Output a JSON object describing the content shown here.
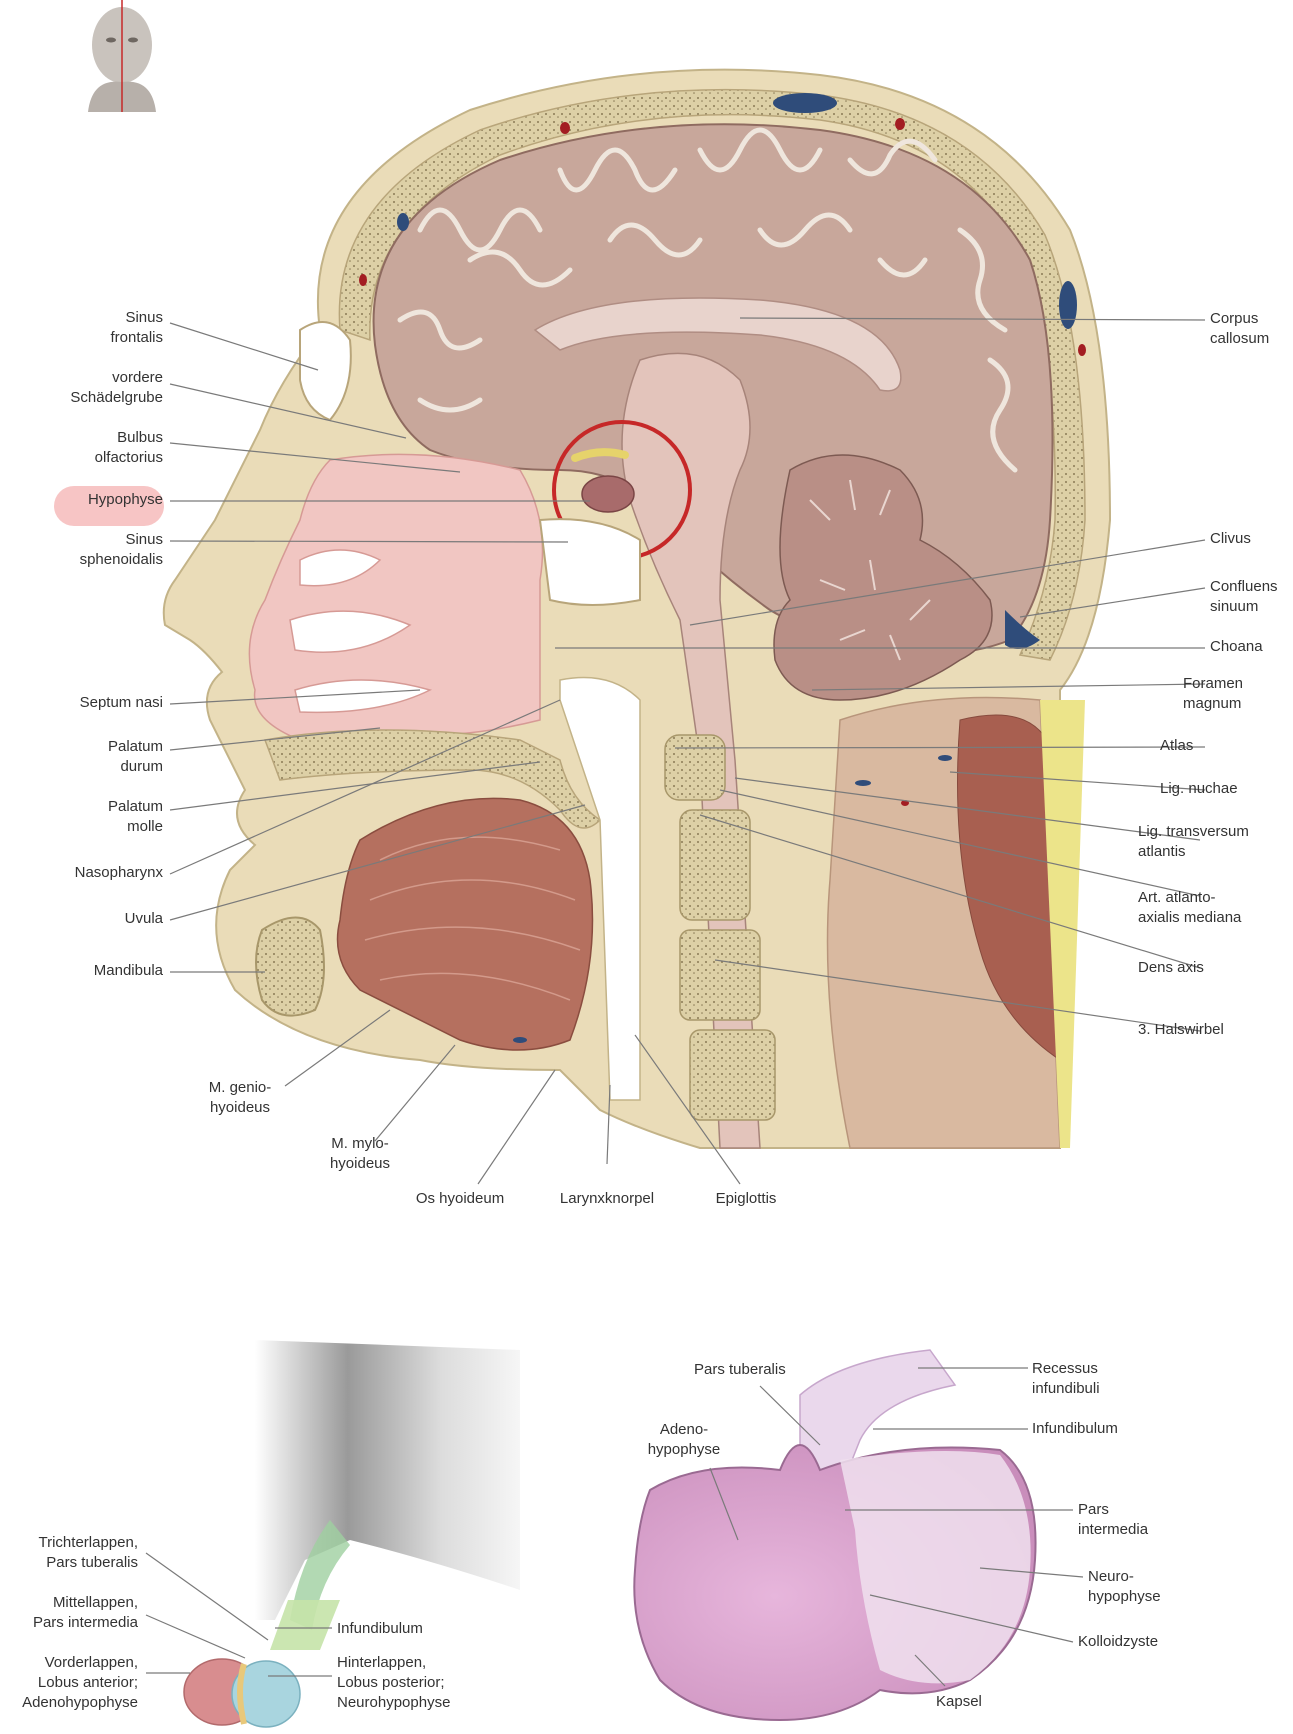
{
  "colors": {
    "skin": "#eadcb8",
    "skull": "#d9c9a0",
    "brain": "#c8a79b",
    "brain_light": "#e8d3cc",
    "sulcus": "#efe6dd",
    "nasal": "#f1c6c2",
    "muscle": "#b5705f",
    "vein": "#2f4c7a",
    "artery": "#a31d22",
    "highlight_circle": "#c62828",
    "highlight_fill": "#f7c5c5",
    "adenohypophyse": "#d88d8f",
    "neurohypophyse": "#a9d5df",
    "infundibulum": "#c5e3a8",
    "histology": "#d9a2cc"
  },
  "figure1": {
    "labels_left": {
      "sinus_frontalis": "Sinus\nfrontalis",
      "vordere_schaedelgrube": "vordere\nSchädelgrube",
      "bulbus_olfactorius": "Bulbus\nolfactorius",
      "hypophyse": "Hypophyse",
      "sinus_sphenoidalis": "Sinus\nsphenoidalis",
      "septum_nasi": "Septum nasi",
      "palatum_durum": "Palatum\ndurum",
      "palatum_molle": "Palatum\nmolle",
      "nasopharynx": "Nasopharynx",
      "uvula": "Uvula",
      "mandibula": "Mandibula"
    },
    "labels_right": {
      "corpus_callosum": "Corpus\ncallosum",
      "clivus": "Clivus",
      "confluens_sinuum": "Confluens\nsinuum",
      "choana": "Choana",
      "foramen_magnum": "Foramen\nmagnum",
      "atlas": "Atlas",
      "lig_nuchae": "Lig. nuchae",
      "lig_transversum": "Lig. transversum\natlantis",
      "art_atlanto": "Art. atlanto-\naxialis mediana",
      "dens_axis": "Dens axis",
      "halswirbel": "3. Halswirbel"
    },
    "labels_bottom": {
      "m_geniohyoideus": "M. genio-\nhyoideus",
      "m_mylohyoideus": "M. mylo-\nhyoideus",
      "os_hyoideum": "Os hyoideum",
      "larynxknorpel": "Larynxknorpel",
      "epiglottis": "Epiglottis"
    }
  },
  "figure2": {
    "trichterlappen": "Trichterlappen,\nPars tuberalis",
    "mittellappen": "Mittellappen,\nPars intermedia",
    "vorderlappen": "Vorderlappen,\nLobus anterior;\nAdenohypophyse",
    "infundibulum": "Infundibulum",
    "hinterlappen": "Hinterlappen,\nLobus posterior;\nNeurohypophyse"
  },
  "figure3": {
    "pars_tuberalis": "Pars tuberalis",
    "adenohypophyse": "Adeno-\nhypophyse",
    "recessus": "Recessus\ninfundibuli",
    "infundibulum": "Infundibulum",
    "pars_intermedia": "Pars\nintermedia",
    "neurohypophyse": "Neuro-\nhypophyse",
    "kolloidzyste": "Kolloidzyste",
    "kapsel": "Kapsel"
  }
}
